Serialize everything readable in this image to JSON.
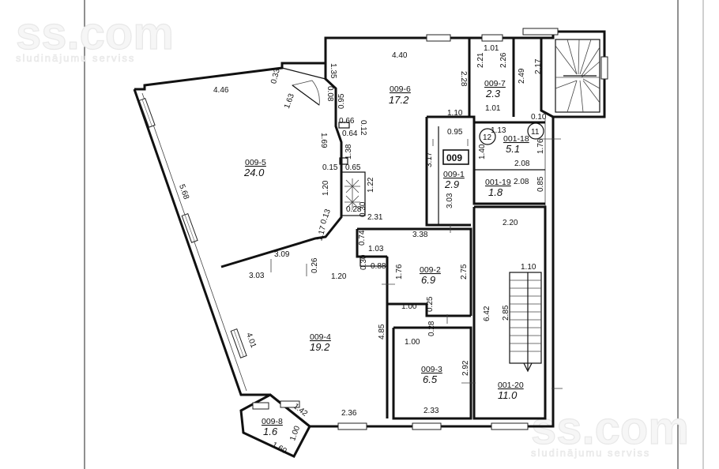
{
  "watermark": {
    "brand": "ss.com",
    "tagline": "sludinājumu serviss"
  },
  "rooms": [
    {
      "id": "009-5",
      "area": "24.0"
    },
    {
      "id": "009-6",
      "area": "17.2"
    },
    {
      "id": "009-7",
      "area": "2.3"
    },
    {
      "id": "001-18",
      "area": "5.1"
    },
    {
      "id": "009-1",
      "area": "2.9"
    },
    {
      "id": "001-19",
      "area": "1.8"
    },
    {
      "id": "009-2",
      "area": "6.9"
    },
    {
      "id": "009-4",
      "area": "19.2"
    },
    {
      "id": "009-3",
      "area": "6.5"
    },
    {
      "id": "001-20",
      "area": "11.0"
    },
    {
      "id": "009-8",
      "area": "1.6"
    }
  ],
  "markers": {
    "apartment": "009",
    "circle_11": "11",
    "circle_12": "12"
  },
  "dimensions": [
    "4.46",
    "0.33",
    "1.63",
    "5.68",
    "4.40",
    "1.35",
    "0.08",
    "0.95",
    "0.66",
    "0.64",
    "0.12",
    "1.69",
    "1.38",
    "0.15",
    "0.65",
    "1.22",
    "1.20",
    "0.28",
    "0.30",
    "2.31",
    "0.13",
    "1.17",
    "3.09",
    "3.03",
    "0.26",
    "1.20",
    "0.30",
    "0.88",
    "2.28",
    "1.10",
    "3.17",
    "0.95",
    "1.13",
    "1.40",
    "2.08",
    "3.03",
    "1.01",
    "2.21",
    "2.26",
    "2.49",
    "2.17",
    "0.10",
    "1.76",
    "2.08",
    "0.85",
    "2.20",
    "0.74",
    "1.03",
    "3.38",
    "1.76",
    "2.75",
    "1.00",
    "0.25",
    "1.10",
    "6.42",
    "2.85",
    "4.01",
    "4.85",
    "1.00",
    "0.28",
    "2.92",
    "2.33",
    "2.36",
    "1.42",
    "1.00",
    "1.60",
    "1.01"
  ]
}
